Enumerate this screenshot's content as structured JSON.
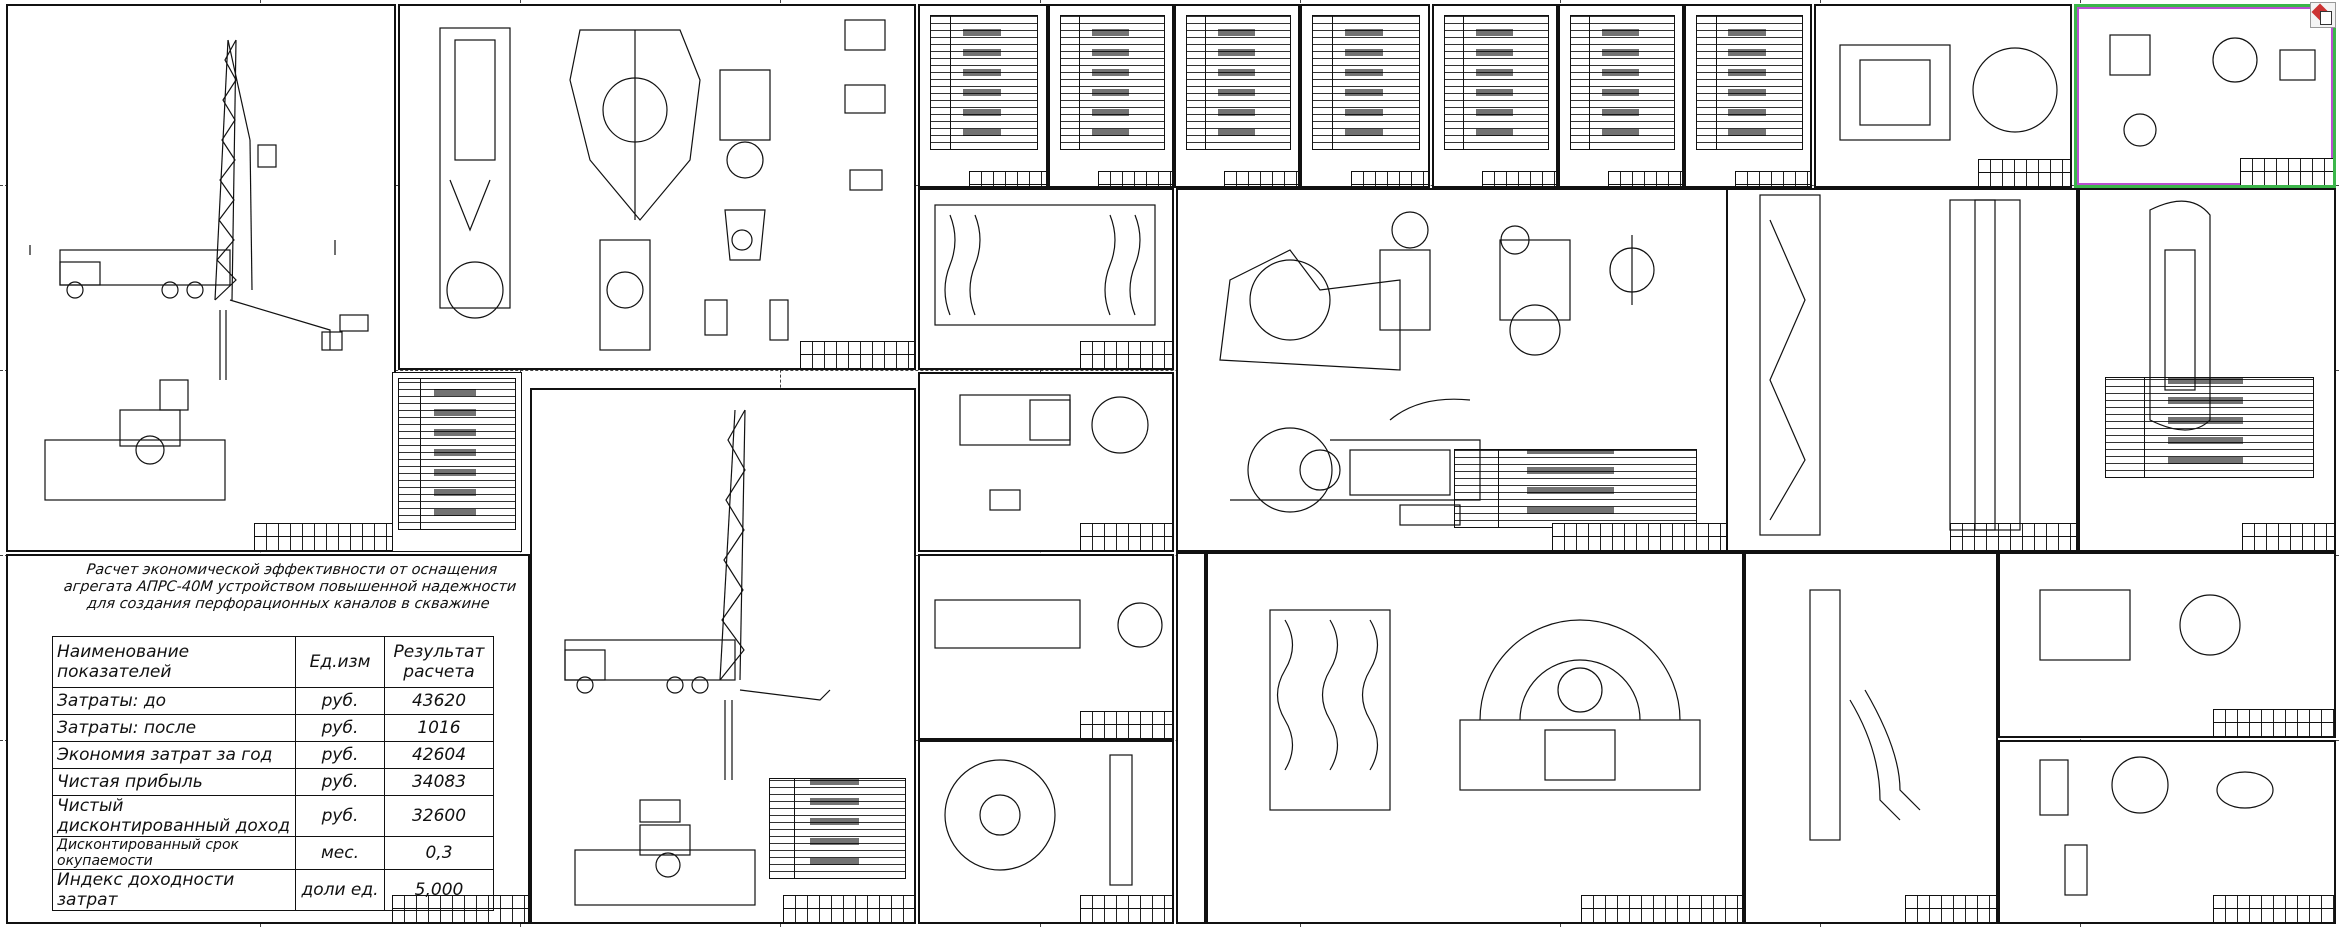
{
  "window": {
    "app_icon": "viewer-app-icon"
  },
  "economics": {
    "title_line1": "Расчет экономической эффективности от оснащения",
    "title_line2": "агрегата АПРС-40М устройством повышенной надежности",
    "title_line3": "для создания перфорационных каналов в скважине",
    "table": {
      "headers": [
        "Наименование показателей",
        "Ед.изм",
        "Результат расчета"
      ],
      "rows": [
        {
          "name": "Затраты: до",
          "unit": "руб.",
          "value": "43620"
        },
        {
          "name": "Затраты: после",
          "unit": "руб.",
          "value": "1016"
        },
        {
          "name": "Экономия затрат за год",
          "unit": "руб.",
          "value": "42604"
        },
        {
          "name": "Чистая прибыль",
          "unit": "руб.",
          "value": "34083"
        },
        {
          "name": "Чистый дисконтированный доход",
          "unit": "руб.",
          "value": "32600"
        },
        {
          "name": "Дисконтированный срок окупаемости",
          "unit": "мес.",
          "value": "0,3"
        },
        {
          "name": "Индекс доходности затрат",
          "unit": "доли ед.",
          "value": "5,000"
        }
      ]
    }
  },
  "drawing_sheets": [
    {
      "id": "sheet-rig-general",
      "kind": "drawing"
    },
    {
      "id": "sheet-swivel-assembly",
      "kind": "drawing"
    },
    {
      "id": "sheet-spec-list-1",
      "kind": "specification"
    },
    {
      "id": "sheet-spec-list-2",
      "kind": "specification"
    },
    {
      "id": "sheet-spec-list-3",
      "kind": "specification"
    },
    {
      "id": "sheet-spec-list-4",
      "kind": "specification"
    },
    {
      "id": "sheet-spec-list-5",
      "kind": "specification"
    },
    {
      "id": "sheet-spec-list-6",
      "kind": "specification"
    },
    {
      "id": "sheet-spec-list-7",
      "kind": "specification"
    },
    {
      "id": "sheet-housing",
      "kind": "drawing"
    },
    {
      "id": "sheet-selected-part",
      "kind": "drawing",
      "selected": true
    },
    {
      "id": "sheet-pump-unit",
      "kind": "drawing"
    },
    {
      "id": "sheet-perforator",
      "kind": "drawing"
    },
    {
      "id": "sheet-economics",
      "kind": "poster"
    }
  ]
}
